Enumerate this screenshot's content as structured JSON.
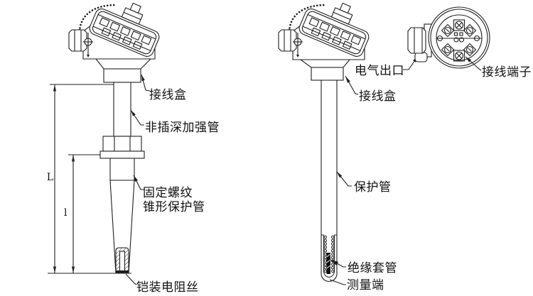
{
  "diagram": {
    "background_color": "#ffffff",
    "line_color": "#1f1f1f"
  },
  "labels": {
    "left_junction_box": "接线盒",
    "left_reinforcement_tube": "非插深加强管",
    "left_fixed_thread_line1": "固定螺纹",
    "left_fixed_thread_line2": "锥形保护管",
    "left_armored_resistance_wire": "铠装电阻丝",
    "dim_total_length": "L",
    "dim_insertion_length": "l",
    "right_electrical_outlet": "电气出口",
    "right_junction_box": "接线盒",
    "right_protection_tube": "保护管",
    "right_insulation_sleeve": "绝缘套管",
    "right_measuring_end": "测量端",
    "terminal_block": "接线端子"
  }
}
